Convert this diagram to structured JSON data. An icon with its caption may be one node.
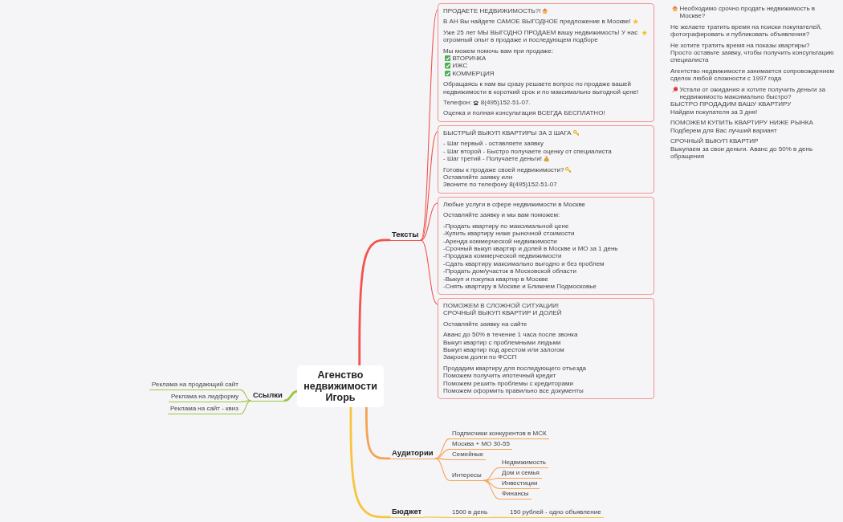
{
  "diagram": {
    "nodes": [
      {
        "text": [
          "Агенство недвижимости Игорь"
        ]
      },
      {
        "text": [
          "Тексты"
        ]
      },
      {
        "text": [
          "ПРОДАЕТЕ НЕДВИЖИМОСТЬ?!",
          "В АН Вы найдете САМОЕ ВЫГОДНОЕ предложение в Москве!",
          "Уже 25 лет МЫ ВЫГОДНО ПРОДАЕМ вашу недвижимость! У нас огромный опыт в продаже и последующем подборе",
          "Мы можем помочь вам при продаже:",
          "ВТОРИЧКА",
          "ИЖС",
          "КОММЕРЦИЯ",
          "Обращаясь к нам вы сразу решаете вопрос по продаже вашей недвижимости в короткий срок и по максимально выгодной цене!",
          "Телефон:",
          "8(495)152-51-07.",
          "Оценка и полная консультация ВСЕГДА БЕСПЛАТНО!"
        ]
      },
      {
        "text": [
          "БЫСТРЫЙ ВЫКУП КВАРТИРЫ ЗА 3 ШАГА",
          "- Шаг первый - оставляете заявку",
          "- Шаг второй - Быстро получаете оценку от специалиста",
          "- Шаг третий - Получаете деньги!",
          "Готовы к продаже своей недвижимости?",
          "Оставляйте заявку или",
          "Звоните по телефону 8(495)152-51-07"
        ]
      },
      {
        "text": [
          "Любые услуги в сфере недвижимости в Москве",
          "Оставляйте заявку и мы вам поможем:",
          "-Продать квартиру по максимальной цене",
          "-Купить квартиру ниже рыночной стоимости",
          "-Аренда коммерческой недвижимости",
          "-Срочный выкуп квартир и долей в Москве и МО за 1 день",
          "-Продажа коммерческой недвижимости",
          "-Сдать квартиру максимально выгодно и без проблем",
          "-Продать дом/участок в Московской области",
          "-Выкуп и покупка квартир в Москве",
          "-Снять квартиру в Москве и Ближнем Подмосковье"
        ]
      },
      {
        "text": [
          "ПОМОЖЕМ В СЛОЖНОЙ СИТУАЦИИ!",
          "СРОЧНЫЙ ВЫКУП КВАРТИР И ДОЛЕЙ",
          "Оставляйте заявку на сайте",
          "Аванс до 50% в течение 1 часа после звонка",
          "Выкуп квартир с проблемными людьми",
          "Выкуп квартир под арестом или залогом",
          "Закроем долги по ФССП",
          "Продадим квартиру для последующего отъезда",
          "Поможем получить ипотечный кредит",
          "Поможем решить проблемы с кредиторами",
          "Поможем оформить правильно все документы"
        ]
      },
      {
        "text": [
          "Аудитории"
        ]
      },
      {
        "text": [
          "Подписчики конкурентов в МСК"
        ]
      },
      {
        "text": [
          "Москва + МО 30-55"
        ]
      },
      {
        "text": [
          "Семейные"
        ]
      },
      {
        "text": [
          "Интересы"
        ]
      },
      {
        "text": [
          "Недвижимость"
        ]
      },
      {
        "text": [
          "Дом и семья"
        ]
      },
      {
        "text": [
          "Инвестиции"
        ]
      },
      {
        "text": [
          "Финансы"
        ]
      },
      {
        "text": [
          "Бюджет"
        ]
      },
      {
        "text": [
          "1500 в день"
        ]
      },
      {
        "text": [
          "150 рублей - одно объявление"
        ]
      },
      {
        "text": [
          "Ссылки"
        ]
      },
      {
        "text": [
          "Реклама на продающий сайт"
        ]
      },
      {
        "text": [
          "Реклама на лидформу"
        ]
      },
      {
        "text": [
          "Реклама на сайт - квиз"
        ]
      }
    ],
    "edges": [
      {
        "from": 0,
        "to": 1,
        "arrow": "none",
        "style": "thick",
        "color": "#f2544c"
      },
      {
        "from": 1,
        "to": 2,
        "arrow": "none",
        "color": "#f2544c"
      },
      {
        "from": 1,
        "to": 3,
        "arrow": "none",
        "color": "#f2544c"
      },
      {
        "from": 1,
        "to": 4,
        "arrow": "none",
        "color": "#f2544c"
      },
      {
        "from": 1,
        "to": 5,
        "arrow": "none",
        "color": "#f2544c"
      },
      {
        "from": 0,
        "to": 6,
        "arrow": "none",
        "style": "thick"
      },
      {
        "from": 6,
        "to": 7,
        "arrow": "none"
      },
      {
        "from": 6,
        "to": 8,
        "arrow": "none"
      },
      {
        "from": 6,
        "to": 9,
        "arrow": "none"
      },
      {
        "from": 6,
        "to": 10,
        "arrow": "none"
      },
      {
        "from": 10,
        "to": 11,
        "arrow": "none"
      },
      {
        "from": 10,
        "to": 12,
        "arrow": "none"
      },
      {
        "from": 10,
        "to": 13,
        "arrow": "none"
      },
      {
        "from": 10,
        "to": 14,
        "arrow": "none"
      },
      {
        "from": 0,
        "to": 15,
        "arrow": "none",
        "style": "thick",
        "color": "#f7c442"
      },
      {
        "from": 15,
        "to": 16,
        "arrow": "none",
        "color": "#f7c442"
      },
      {
        "from": 16,
        "to": 17,
        "arrow": "none",
        "color": "#f7c442"
      },
      {
        "from": 0,
        "to": 18,
        "arrow": "none",
        "style": "thick",
        "color": "#9cc640"
      },
      {
        "from": 18,
        "to": 19,
        "arrow": "none",
        "color": "#9cc640"
      },
      {
        "from": 18,
        "to": 20,
        "arrow": "none",
        "color": "#9cc640"
      },
      {
        "from": 18,
        "to": 21,
        "arrow": "none",
        "color": "#9cc640"
      }
    ],
    "labels": [
      "Необходимо срочно продать недвижимость в Москве?",
      "Не желаете тратить время на поиски покупателей, фотографировать и публиковать объявления?",
      "Не хотите тратить время на показы квартиры?",
      "Просто оставьте заявку, чтобы получить консультацию специалиста",
      "Агентство недвижимости занимается сопровождением сделок любой сложности с 1997 года",
      "Устали от ожидания и хотите получить деньги за недвижимость максимально быстро?",
      "БЫСТРО ПРОДАДИМ ВАШУ КВАРТИРУ",
      "Найдем покупателя за 3 дня!",
      "ПОМОЖЕМ КУПИТЬ КВАРТИРУ НИЖЕ РЫНКА",
      "Подберем для Вас лучший вариант",
      "СРОЧНЫЙ ВЫКУП КВАРТИР",
      "Выкупаем за свои деньги. Аванс до 50% в день обращения"
    ]
  }
}
